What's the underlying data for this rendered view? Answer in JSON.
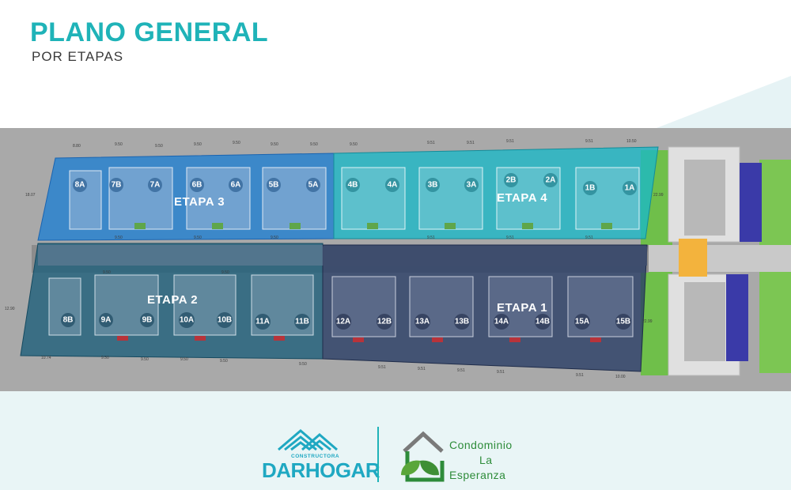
{
  "header": {
    "title": "PLANO GENERAL",
    "subtitle": "POR ETAPAS"
  },
  "stages": {
    "etapa1": "ETAPA 1",
    "etapa2": "ETAPA 2",
    "etapa3": "ETAPA 3",
    "etapa4": "ETAPA 4"
  },
  "lots": {
    "top": [
      "8A",
      "7B",
      "7A",
      "6B",
      "6A",
      "5B",
      "5A",
      "4B",
      "4A",
      "3B",
      "3A",
      "2B",
      "2A",
      "1B",
      "1A"
    ],
    "bottom": [
      "8B",
      "9A",
      "9B",
      "10A",
      "10B",
      "11A",
      "11B",
      "12A",
      "12B",
      "13A",
      "13B",
      "14A",
      "14B",
      "15A",
      "15B"
    ]
  },
  "dimensions": {
    "top_row": [
      "8.80",
      "9.50",
      "9.50",
      "9.50",
      "9.50",
      "9.50",
      "9.50",
      "9.50",
      "9.51",
      "9.51",
      "9.51",
      "9.51",
      "10.50"
    ],
    "mid_row": [
      "9.50",
      "9.50",
      "9.50",
      "9.50",
      "9.50",
      "9.51",
      "9.51",
      "9.51"
    ],
    "bottom_row": [
      "10.74",
      "9.50",
      "9.50",
      "9.50",
      "9.50",
      "9.50",
      "9.51",
      "9.51",
      "9.51",
      "9.51",
      "9.51",
      "10.00"
    ],
    "sides": [
      "18.07",
      "12.90",
      "22.99",
      "22.99"
    ]
  },
  "footer": {
    "constructora": "CONSTRUCTORA",
    "darhogar": "DARHOGAR",
    "condominio_l1": "Condominio",
    "condominio_l2": "La",
    "condominio_l3": "Esperanza"
  },
  "colors": {
    "brand_teal": "#1fb3b8",
    "etapa1": "#2c3f66",
    "etapa2": "#1b5e7a",
    "etapa3": "#1e7fd2",
    "etapa4": "#19b8c8",
    "green": "#2e8c3a"
  }
}
